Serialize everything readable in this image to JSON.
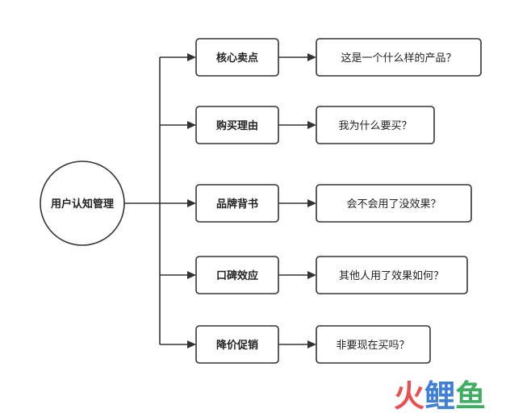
{
  "root": {
    "label": "用户认知管理"
  },
  "branches": [
    {
      "label": "核心卖点",
      "question": "这是一个什么样的产品？"
    },
    {
      "label": "购买理由",
      "question": "我为什么要买？"
    },
    {
      "label": "品牌背书",
      "question": "会不会用了没效果？"
    },
    {
      "label": "口碑效应",
      "question": "其他人用了效果如何？"
    },
    {
      "label": "降价促销",
      "question": "非要现在买吗？"
    }
  ],
  "watermark": {
    "text": "火鲤鱼",
    "colors": [
      "#e8504f",
      "#3f7fd6",
      "#3fae62"
    ]
  }
}
